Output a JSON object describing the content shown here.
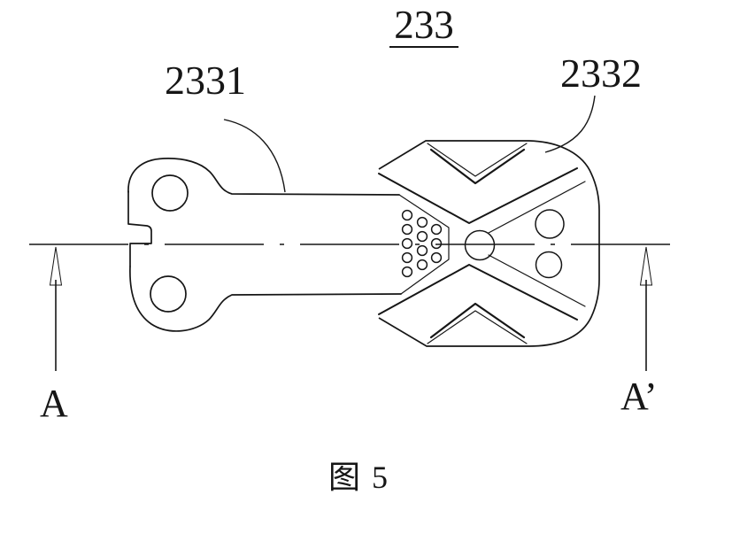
{
  "figure": {
    "reference_number": "233",
    "labels": {
      "arm_part": "2331",
      "head_part": "2332"
    },
    "section_line": {
      "left_marker": "A",
      "right_marker": "A’"
    },
    "caption": "图 5"
  },
  "colors": {
    "line": "#161616",
    "background": "#ffffff"
  }
}
